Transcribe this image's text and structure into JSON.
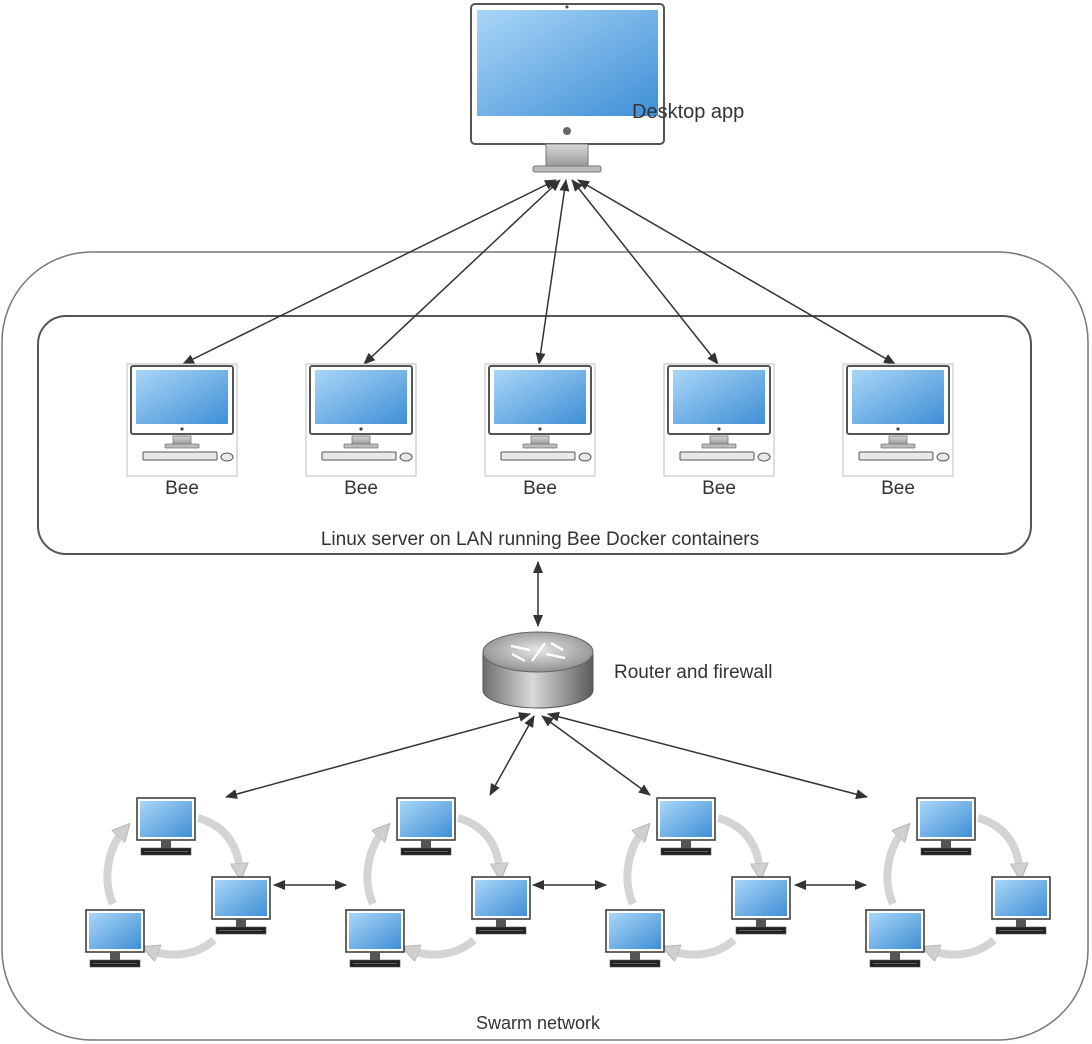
{
  "labels": {
    "desktop_app": "Desktop app",
    "linux_server": "Linux server on LAN running Bee Docker containers",
    "router": "Router and firewall",
    "swarm": "Swarm network"
  },
  "bees": [
    {
      "label": "Bee"
    },
    {
      "label": "Bee"
    },
    {
      "label": "Bee"
    },
    {
      "label": "Bee"
    },
    {
      "label": "Bee"
    }
  ],
  "icons": {
    "desktop": "imac-monitor-icon",
    "bee": "workstation-icon",
    "router": "router-icon",
    "swarm_node": "desktop-pc-icon"
  },
  "colors": {
    "screen_light": "#9fd0f5",
    "screen_dark": "#3f8fd6",
    "frame": "#555555",
    "line": "#333333",
    "cycle_arrow": "#cfcfcf"
  }
}
